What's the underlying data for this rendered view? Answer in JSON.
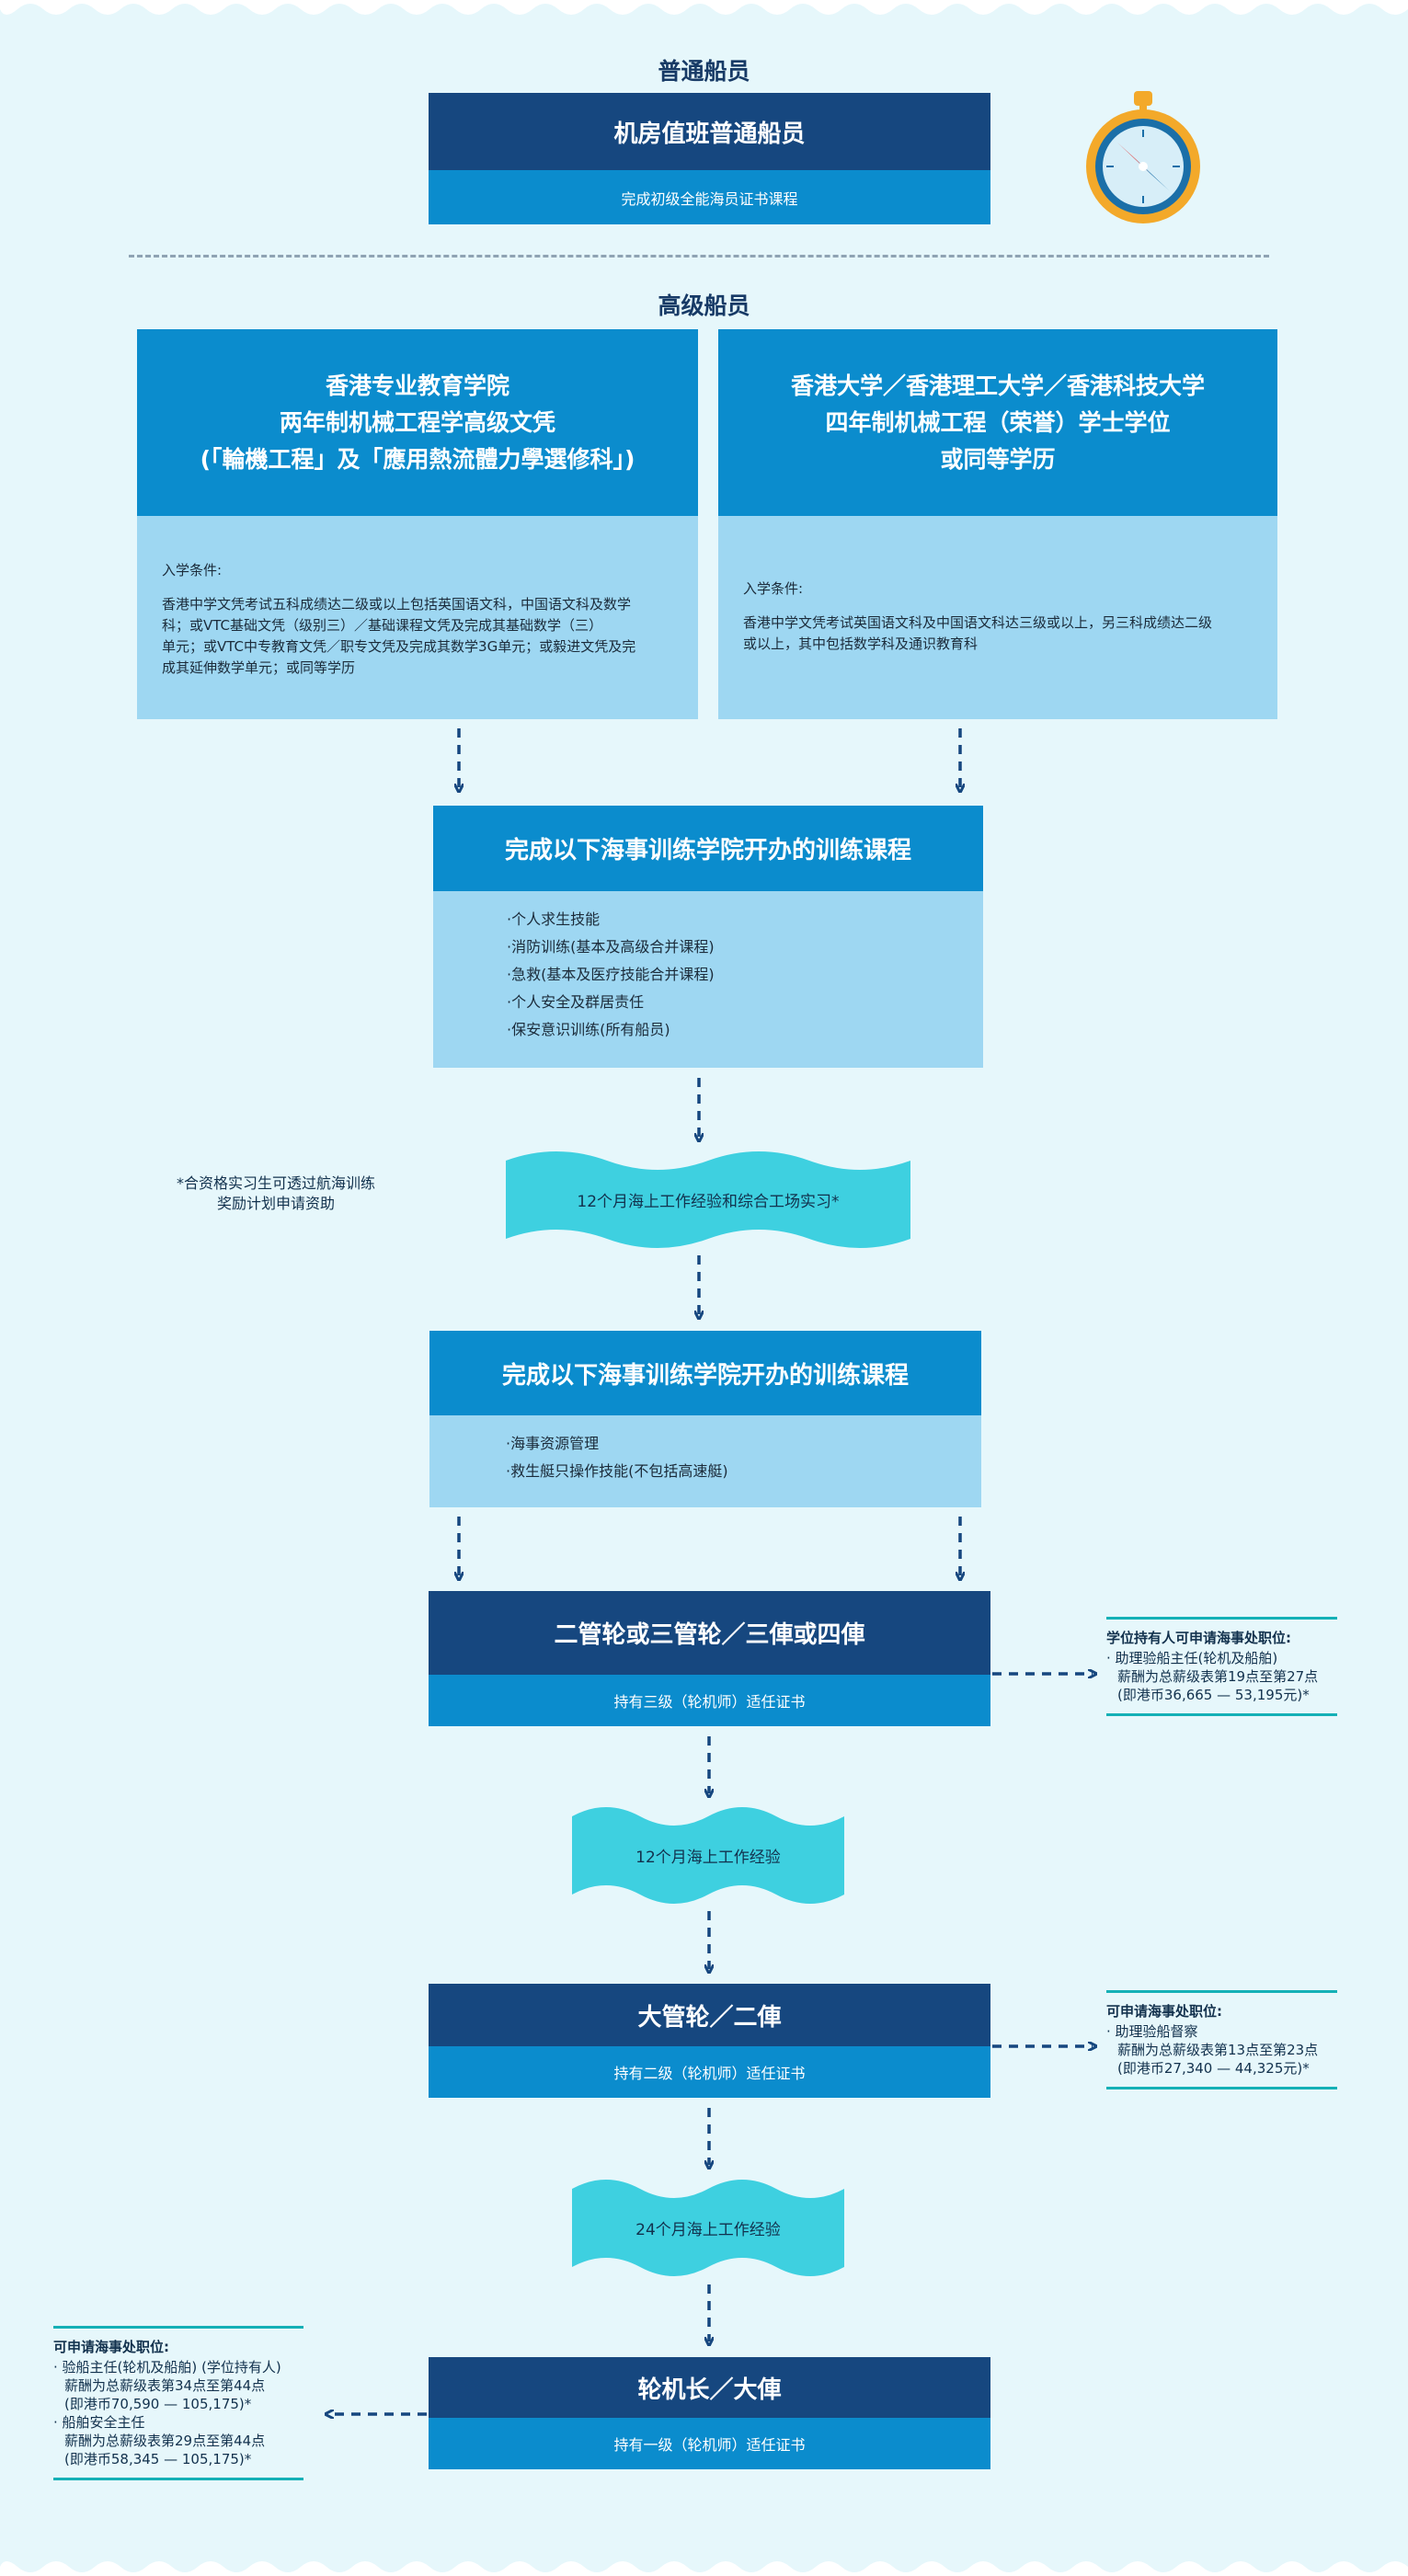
{
  "ordinary": {
    "section_title": "普通船员",
    "rank": "机房值班普通船员",
    "requirement": "完成初级全能海员证书课程"
  },
  "senior": {
    "section_title": "高级船员",
    "left_box": {
      "title_lines": [
        "香港专业教育学院",
        "两年制机械工程学高级文凭",
        "(「輪機工程」及「應用熱流體力學選修科」)"
      ],
      "req_label": "入学条件:",
      "req_lines": [
        "香港中学文凭考试五科成绩达二级或以上包括英国语文科，中国语文科及数学",
        "科；或VTC基础文凭（级别三）／基础课程文凭及完成其基础数学（三）",
        "单元；或VTC中专教育文凭／职专文凭及完成其数学3G单元；或毅进文凭及完",
        "成其延伸数学单元；或同等学历"
      ]
    },
    "right_box": {
      "title_lines": [
        "香港大学／香港理工大学／香港科技大学",
        "四年制机械工程（荣誉）学士学位",
        "或同等学历"
      ],
      "req_label": "入学条件:",
      "req_lines": [
        "香港中学文凭考试英国语文科及中国语文科达三级或以上，另三科成绩达二级",
        "或以上，其中包括数学科及通识教育科"
      ]
    }
  },
  "training1": {
    "title": "完成以下海事训练学院开办的训练课程",
    "items": [
      "·个人求生技能",
      "·消防训练(基本及高级合并课程)",
      "·急救(基本及医疗技能合并课程)",
      "·个人安全及群居责任",
      "·保安意识训练(所有船员)"
    ]
  },
  "cadet_note": [
    "*合资格实习生可透过航海训练",
    "奖励计划申请资助"
  ],
  "wave1": "12个月海上工作经验和综合工场实习*",
  "training2": {
    "title": "完成以下海事训练学院开办的训练课程",
    "items": [
      "·海事资源管理",
      "·救生艇只操作技能(不包括高速艇)"
    ]
  },
  "rank1": {
    "title": "二管轮或三管轮／三俥或四俥",
    "cert": "持有三级（轮机师）适任证书",
    "note": {
      "title": "学位持有人可申请海事处职位:",
      "items": [
        {
          "name": "助理验船主任(轮机及船舶)",
          "lines": [
            "薪酬为总薪级表第19点至第27点",
            "(即港币36,665 — 53,195元)*"
          ]
        }
      ]
    }
  },
  "wave2": "12个月海上工作经验",
  "rank2": {
    "title": "大管轮／二俥",
    "cert": "持有二级（轮机师）适任证书",
    "note": {
      "title": "可申请海事处职位:",
      "items": [
        {
          "name": "助理验船督察",
          "lines": [
            "薪酬为总薪级表第13点至第23点",
            "(即港币27,340 — 44,325元)*"
          ]
        }
      ]
    }
  },
  "wave3": "24个月海上工作经验",
  "rank3": {
    "title": "轮机长／大俥",
    "cert": "持有一级（轮机师）适任证书",
    "note": {
      "title": "可申请海事处职位:",
      "items": [
        {
          "name": "验船主任(轮机及船舶) (学位持有人)",
          "lines": [
            "薪酬为总薪级表第34点至第44点",
            "(即港币70,590 — 105,175)*"
          ]
        },
        {
          "name": "船舶安全主任",
          "lines": [
            "薪酬为总薪级表第29点至第44点",
            "(即港币58,345 — 105,175)*"
          ]
        }
      ]
    }
  },
  "icons": {
    "compass": "compass-icon"
  },
  "colors": {
    "navy": "#16477f",
    "blue": "#0b8ccd",
    "sky": "#9ed7f2",
    "teal": "#3ed0e0",
    "background": "#e6f7fb"
  }
}
